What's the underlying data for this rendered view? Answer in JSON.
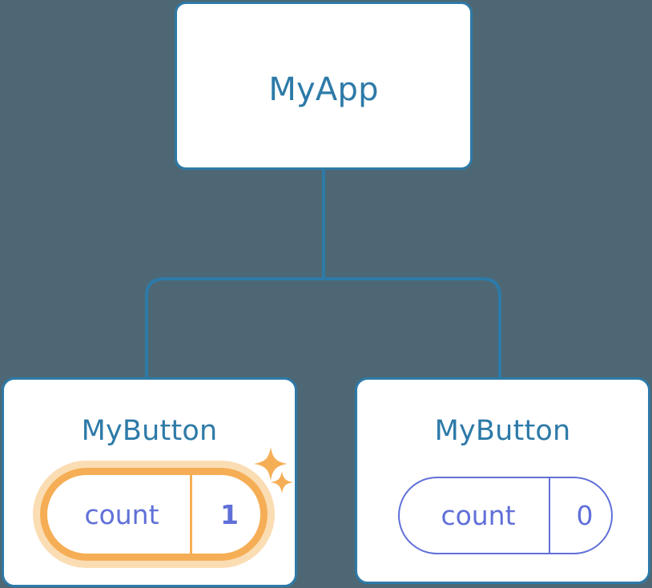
{
  "diagram": {
    "type": "component-tree",
    "background_color": "#4d6874",
    "edge_color": "#2d7aa8",
    "card_border_color": "#2d7aa8",
    "card_fill_color": "#ffffff",
    "title_text_color": "#2d7aa8",
    "state_text_color": "#6070d8",
    "highlight_color": "#f5ae55",
    "highlight_glow_color": "#fbddb4"
  },
  "root": {
    "title": "MyApp"
  },
  "children": [
    {
      "title": "MyButton",
      "state": {
        "key": "count",
        "value": "1",
        "highlighted": true,
        "sparkles": [
          "sparkle-large",
          "sparkle-small"
        ]
      }
    },
    {
      "title": "MyButton",
      "state": {
        "key": "count",
        "value": "0",
        "highlighted": false
      }
    }
  ],
  "edges": [
    {
      "from": "MyApp",
      "to": "MyButton-left"
    },
    {
      "from": "MyApp",
      "to": "MyButton-right"
    }
  ]
}
